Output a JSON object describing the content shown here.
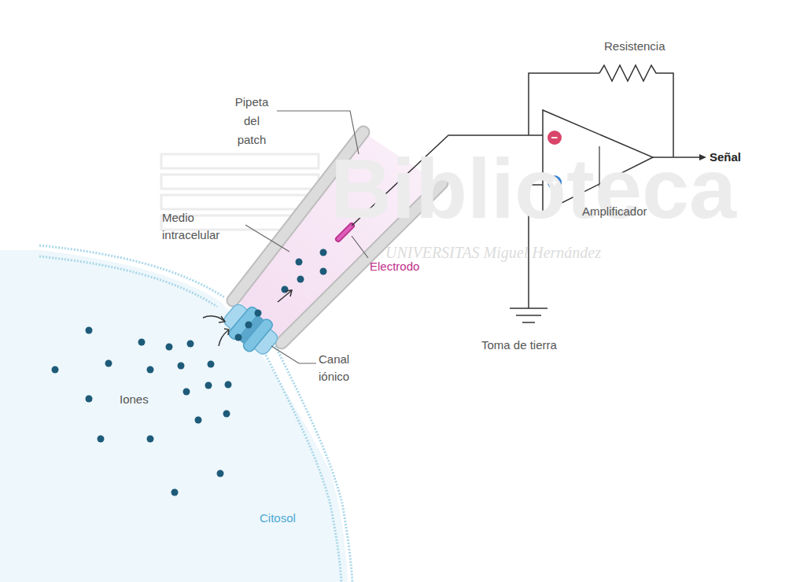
{
  "diagram": {
    "labels": [
      "Biblioteca",
      "UNIVERSITAS Miguel Hernández",
      "Resistencia",
      "Pipeta del patch",
      "Medio intracelular",
      "Electrodo",
      "Señal",
      "Amplificador",
      "Toma de tierra",
      "Canal iónico",
      "Iones",
      "Citosol",
      "−",
      "+"
    ]
  }
}
